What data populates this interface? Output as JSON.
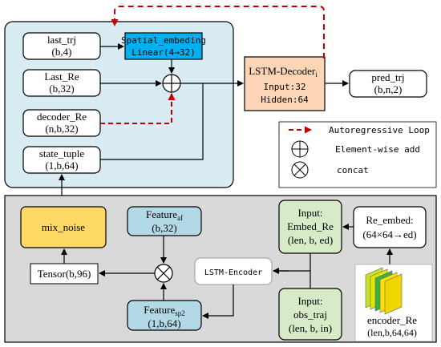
{
  "decoder": {
    "last_trj": {
      "name": "last_trj",
      "shape": "(b,4)"
    },
    "spatial": {
      "line1": "Spatial_embeding",
      "line2": "Linear(4→32)"
    },
    "last_re": {
      "name": "Last_Re",
      "shape": "(b,32)"
    },
    "decoder_re": {
      "name": "decoder_Re",
      "shape": "(n,b,32)"
    },
    "state_tuple": {
      "name": "state_tuple",
      "shape": "(1,b,64)"
    },
    "lstm_decoder": {
      "title": "LSTM-Decoder",
      "sub": "i",
      "input": "Input:32",
      "hidden": "Hidden:64"
    },
    "pred_trj": {
      "name": "pred_trj",
      "shape": "(b,n,2)"
    }
  },
  "legend": {
    "autoregressive": "Autoregressive Loop",
    "elementwise": "Element-wise add",
    "concat": "concat"
  },
  "encoder": {
    "mix_noise": "mix_noise",
    "feature_af": {
      "name": "Feature",
      "sub": "af",
      "shape": "(b,32)"
    },
    "tensor": "Tensor(b,96)",
    "feature_sp2": {
      "name": "Feature",
      "sub": "sp2",
      "shape": "(1,b,64)"
    },
    "lstm_encoder": "LSTM-Encoder",
    "embed_re_input": {
      "line1": "Input:",
      "line2": "Embed_Re",
      "line3": "(len, b, ed)"
    },
    "obs_traj_input": {
      "line1": "Input:",
      "line2": "obs_traj",
      "line3": "(len, b, in)"
    },
    "re_embed": {
      "line1": "Re_embed:",
      "line2": "(64×64→ed)"
    },
    "encoder_re": {
      "line1": "encoder_Re",
      "line2": "(len,b,64,64)"
    }
  },
  "colors": {
    "decoder_bg": "#d9ecf3",
    "encoder_bg": "#d9d9d9",
    "spatial_fill": "#00b0f0",
    "lstm_decoder_fill": "#fbd5b5",
    "mix_noise_fill": "#ffd966",
    "feature_fill": "#b4d9e6",
    "input_fill": "#d8ebc9",
    "loop_red": "#c00000"
  }
}
